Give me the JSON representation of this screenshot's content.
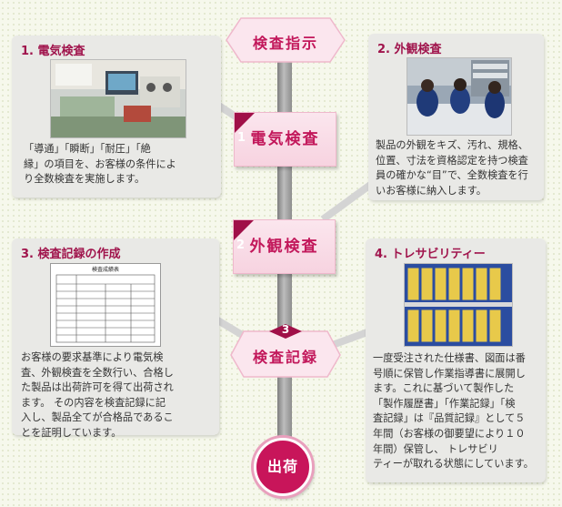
{
  "flow": {
    "start": "検査指示",
    "step1": {
      "num": "1",
      "label": "電気検査"
    },
    "step2": {
      "num": "2",
      "label": "外観検査"
    },
    "step3": {
      "num": "3",
      "label": "検査記録"
    },
    "end": "出荷"
  },
  "cards": [
    {
      "title": "1. 電気検査",
      "lines": [
        "「導通」「瞬断」「耐圧」「絶",
        "縁」の項目を、お客様の条件によ",
        "り全数検査を実施します。"
      ]
    },
    {
      "title": "2. 外観検査",
      "lines": [
        "製品の外観をキズ、汚れ、規格、",
        "位置、寸法を資格認定を持つ検査",
        "員の確かな“目”で、全数検査を行",
        "いお客様に納入します。"
      ]
    },
    {
      "title": "3. 検査記録の作成",
      "doc_title": "検査成績表",
      "lines": [
        "お客様の要求基準により電気検",
        "査、外観検査を全数行い、合格し",
        "た製品は出荷許可を得て出荷され",
        "ます。 その内容を検査記録に記",
        "入し、製品全てが合格品であるこ",
        "とを証明しています。"
      ]
    },
    {
      "title": "4. トレサビリティー",
      "lines": [
        "一度受注された仕様書、図面は番",
        "号順に保管し作業指導書に展開し",
        "ます。これに基づいて製作した",
        "「製作履歴書」「作業記録」「検",
        "査記録」は『品質記録』として５",
        "年間（お客様の御要望により１０",
        "年間）保管し、 トレサビリ",
        "ティーが取れる状態にしています。"
      ]
    }
  ],
  "colors": {
    "accent": "#c2185b",
    "title": "#a0144c",
    "label_bg": "#fbe6ee"
  }
}
